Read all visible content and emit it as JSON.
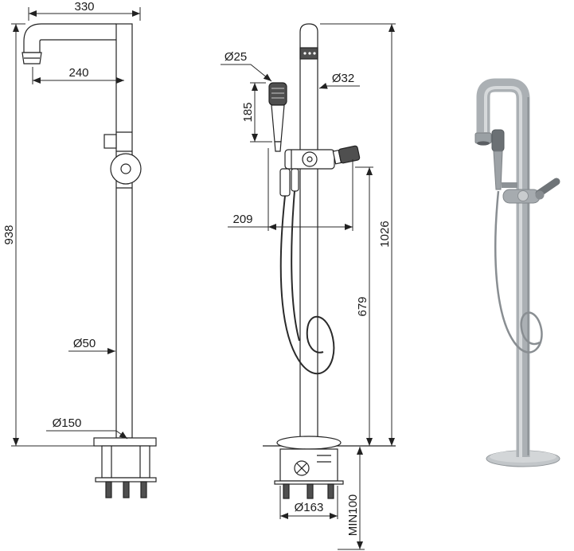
{
  "colors": {
    "line": "#232323",
    "metal_light": "#d6d9db",
    "metal_mid": "#abb0b4",
    "metal_dark": "#6f7478"
  },
  "side_view": {
    "width_overall": "330",
    "spout_projection": "240",
    "height": "938",
    "column_diameter": "Ø50",
    "base_plate_diameter": "Ø150"
  },
  "front_view": {
    "hand_shower_diameter": "Ø25",
    "riser_diameter": "Ø32",
    "hand_shower_length": "185",
    "width_to_handle": "209",
    "overall_height": "1026",
    "outlet_height": "679",
    "base_box_diameter": "Ø163",
    "min_recess_depth": "MIN100"
  }
}
